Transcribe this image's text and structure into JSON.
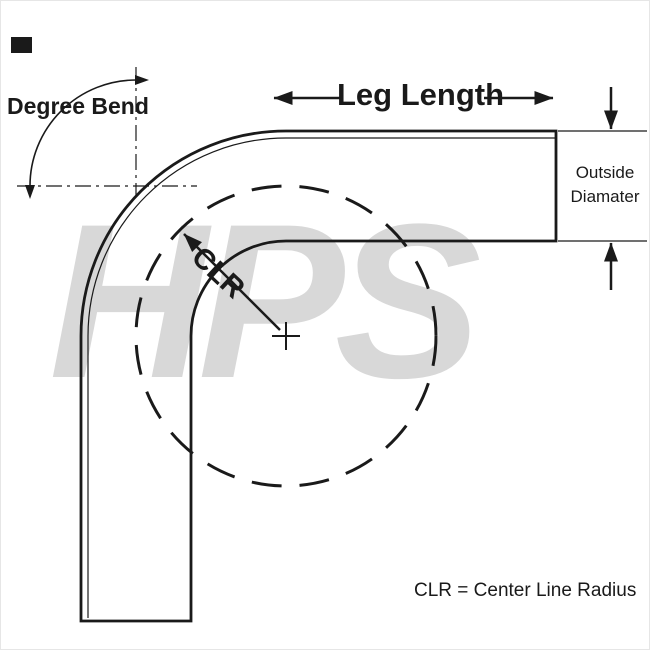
{
  "diagram": {
    "labels": {
      "degree_bend": "Degree Bend",
      "leg_length": "Leg Length",
      "outside_diameter_line1": "Outside",
      "outside_diameter_line2": "Diamater",
      "clr": "CLR",
      "clr_definition": "CLR = Center Line Radius"
    },
    "watermark": "HPS",
    "colors": {
      "line": "#1a1a1a",
      "watermark": "#d8d8d8",
      "background": "#ffffff"
    }
  }
}
